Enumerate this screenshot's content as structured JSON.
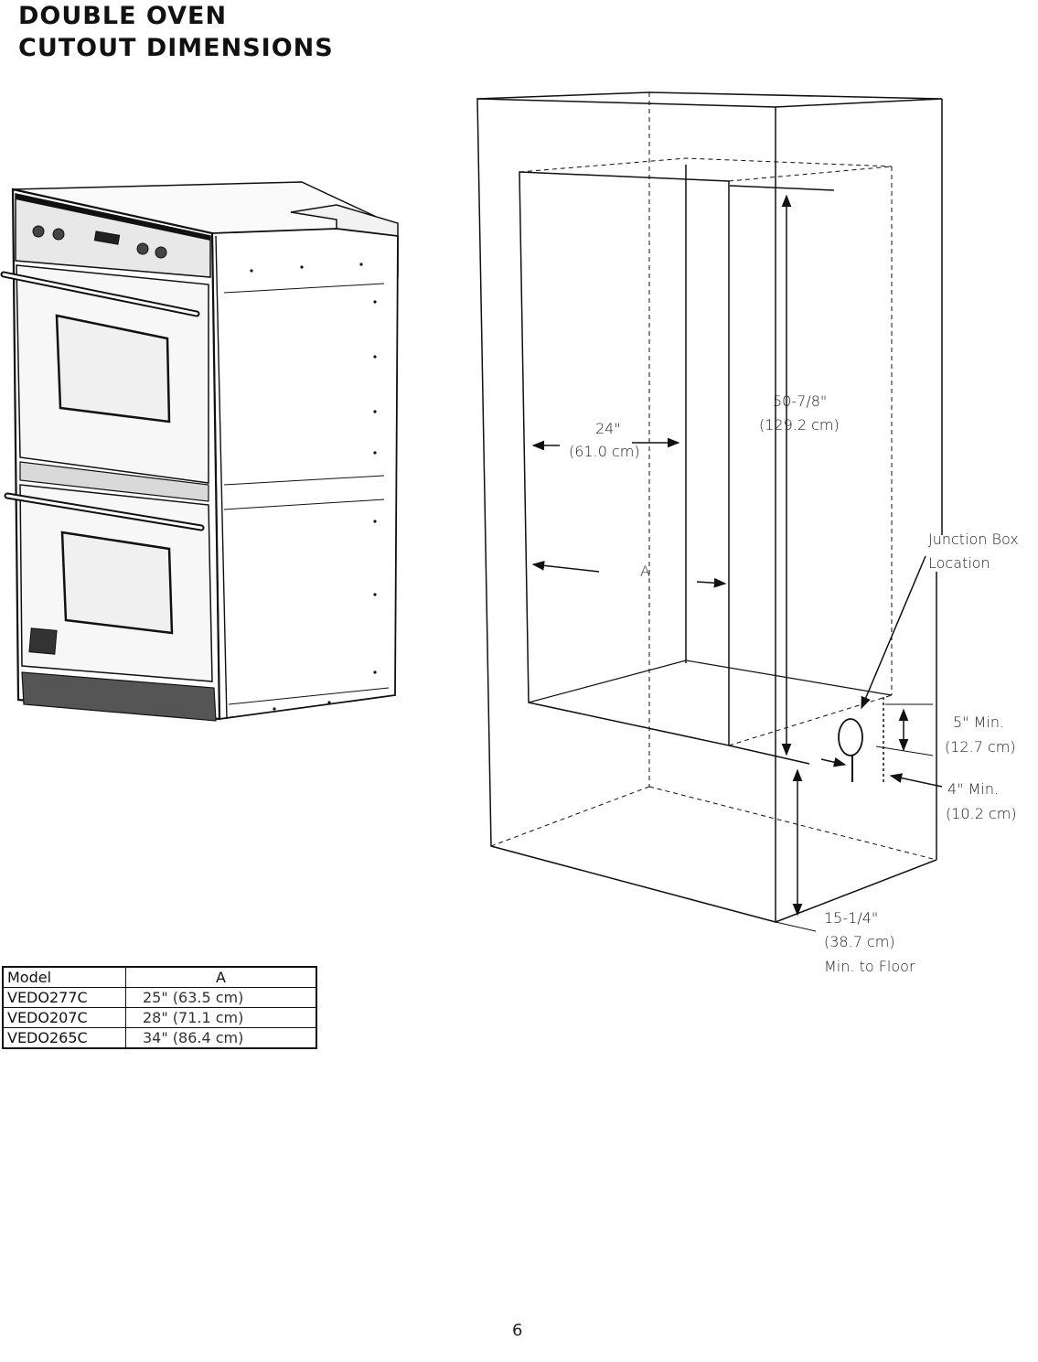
{
  "page": {
    "title_line1": "DOUBLE OVEN",
    "title_line2": "CUTOUT DIMENSIONS",
    "page_number": "6"
  },
  "diagram": {
    "width_dim": "24\"",
    "width_dim_metric": "(61.0 cm)",
    "height_dim": "50-7/8\"",
    "height_dim_metric": "(129.2 cm)",
    "a_label": "A",
    "junction_label_line1": "Junction Box",
    "junction_label_line2": "Location",
    "top_clearance": "5\" Min.",
    "top_clearance_metric": "(12.7 cm)",
    "side_clearance": "4\" Min.",
    "side_clearance_metric": "(10.2 cm)",
    "floor_dim": "15-1/4\"",
    "floor_dim_metric": "(38.7 cm)",
    "floor_dim_note": "Min. to Floor"
  },
  "table": {
    "headers": [
      "Model",
      "A"
    ],
    "rows": [
      {
        "model": "VEDO277C",
        "a": "25\" (63.5 cm)"
      },
      {
        "model": "VEDO207C",
        "a": "28\" (71.1 cm)"
      },
      {
        "model": "VEDO265C",
        "a": "34\" (86.4 cm)"
      }
    ]
  }
}
